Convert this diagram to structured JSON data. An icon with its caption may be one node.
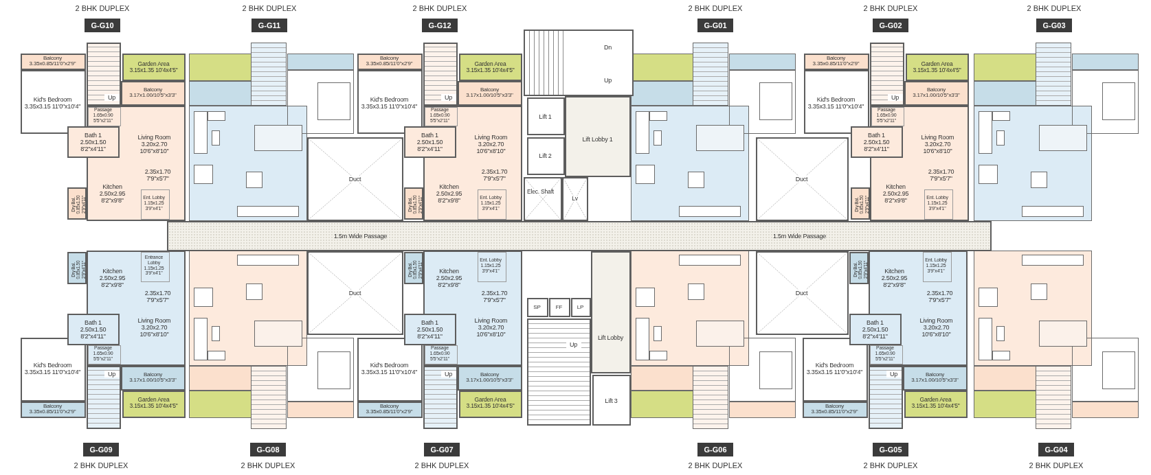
{
  "diagram": {
    "nodes": [
      {
        "text": [
          "G-G10"
        ],
        "beside": [
          "2 BHK DUPLEX"
        ]
      },
      {
        "text": [
          "G-G11"
        ],
        "beside": [
          "2 BHK DUPLEX"
        ]
      },
      {
        "text": [
          "G-G12"
        ],
        "beside": [
          "2 BHK DUPLEX"
        ]
      },
      {
        "text": [
          "G-G01"
        ],
        "beside": [
          "2 BHK DUPLEX"
        ]
      },
      {
        "text": [
          "G-G02"
        ],
        "beside": [
          "2 BHK DUPLEX"
        ]
      },
      {
        "text": [
          "G-G03"
        ],
        "beside": [
          "2 BHK DUPLEX"
        ]
      },
      {
        "text": [
          "Balcony 3.35x0.85/11'0\"x2'9\""
        ]
      },
      {
        "text": [
          "Garden Area 3.15x1.35 10'4x4'5\""
        ]
      },
      {
        "text": [
          "Kid's Bedroom 3.35x3.15 11'0\"x10'4\""
        ]
      },
      {
        "text": [
          "Up"
        ]
      },
      {
        "text": [
          "Balcony 3.17x1.00/10'5\"x3'3\""
        ]
      },
      {
        "text": [
          "Living Room 3.20x2.70 10'6\"x8'10\"",
          "2.35x1.70 7'9\"x5'7\"",
          "Kitchen 2.50x2.95 8'2\"x9'8\""
        ]
      },
      {
        "text": [
          "Passage 1.65x0.90 5'5\"x2'11\""
        ],
        "in": 11
      },
      {
        "text": [
          "Bath 1 2.50x1.50 8'2\"x4'11\""
        ]
      },
      {
        "text": [
          "Ent. Lobby 1.15x1.25 3'9\"x4'1\""
        ],
        "in": 11
      },
      {
        "text": [
          "Dry Bal. 0.85x1.50 2'9\"x4'11\""
        ]
      },
      {
        "text": [
          "Balcony 3.35x0.85/11'0\"x2'9\""
        ]
      },
      {
        "text": [
          "Garden Area 3.15x1.35 10'4x4'5\""
        ]
      },
      {
        "text": [
          "Kid's Bedroom 3.35x3.15 11'0\"x10'4\""
        ]
      },
      {
        "text": [
          "Up"
        ]
      },
      {
        "text": [
          "Balcony 3.17x1.00/10'5\"x3'3\""
        ]
      },
      {
        "text": [
          "Living Room 3.20x2.70 10'6\"x8'10\"",
          "2.35x1.70 7'9\"x5'7\"",
          "Kitchen 2.50x2.95 8'2\"x9'8\""
        ]
      },
      {
        "text": [
          "Passage 1.65x0.90 5'5\"x2'11\""
        ],
        "in": 21
      },
      {
        "text": [
          "Bath 1 2.50x1.50 8'2\"x4'11\""
        ]
      },
      {
        "text": [
          "Ent. Lobby 1.15x1.25 3'9\"x4'1\""
        ],
        "in": 21
      },
      {
        "text": [
          "Dry Bal. 0.85x1.50 2'9\"x4'11\""
        ]
      },
      {
        "text": [
          "Balcony 3.35x0.85/11'0\"x2'9\""
        ]
      },
      {
        "text": [
          "Garden Area 3.15x1.35 10'4x4'5\""
        ]
      },
      {
        "text": [
          "Kid's Bedroom 3.35x3.15 11'0\"x10'4\""
        ]
      },
      {
        "text": [
          "Up"
        ]
      },
      {
        "text": [
          "Balcony 3.17x1.00/10'5\"x3'3\""
        ]
      },
      {
        "text": [
          "Living Room 3.20x2.70 10'6\"x8'10\"",
          "2.35x1.70 7'9\"x5'7\"",
          "Kitchen 2.50x2.95 8'2\"x9'8\""
        ]
      },
      {
        "text": [
          "Passage 1.65x0.90 5'5\"x2'11\""
        ],
        "in": 31
      },
      {
        "text": [
          "Bath 1 2.50x1.50 8'2\"x4'11\""
        ]
      },
      {
        "text": [
          "Ent. Lobby 1.15x1.25 3'9\"x4'1\""
        ],
        "in": 31
      },
      {
        "text": [
          "Dry Bal. 0.85x1.50 2'9\"x4'11\""
        ]
      },
      {
        "text": [
          "Dn",
          "Up"
        ]
      },
      {
        "text": [
          "Lift 1"
        ]
      },
      {
        "text": [
          "Lift 2"
        ]
      },
      {
        "text": [
          "Lift Lobby 1"
        ]
      },
      {
        "text": [
          "Elec. Shaft"
        ]
      },
      {
        "text": [
          "Lv"
        ]
      },
      {
        "text": [
          "Duct"
        ]
      },
      {
        "text": [
          "Duct"
        ]
      },
      {
        "text": [
          "1.5m Wide Passage",
          "1.5m Wide Passage"
        ]
      },
      {
        "text": [
          "Duct"
        ]
      },
      {
        "text": [
          "Duct"
        ]
      },
      {
        "text": [
          "SP"
        ]
      },
      {
        "text": [
          "FF"
        ]
      },
      {
        "text": [
          "LP"
        ]
      },
      {
        "text": [
          "Lift Lobby"
        ]
      },
      {
        "text": [
          "Up"
        ]
      },
      {
        "text": [
          "Lift 3"
        ]
      },
      {
        "text": [
          "Balcony 3.35x0.85/11'0\"x2'9\""
        ]
      },
      {
        "text": [
          "Garden Area 3.15x1.35 10'4x4'5\""
        ]
      },
      {
        "text": [
          "Kid's Bedroom 3.35x3.15 11'0\"x10'4\""
        ]
      },
      {
        "text": [
          "Up"
        ]
      },
      {
        "text": [
          "Balcony 3.17x1.00/10'5\"x3'3\""
        ]
      },
      {
        "text": [
          "Kitchen 2.50x2.95 8'2\"x9'8\"",
          "2.35x1.70 7'9\"x5'7\"",
          "Living Room 3.20x2.70 10'6\"x8'10\""
        ]
      },
      {
        "text": [
          "Passage 1.65x0.90 5'5\"x2'11\""
        ],
        "in": 58
      },
      {
        "text": [
          "Bath 1 2.50x1.50 8'2\"x4'11\""
        ]
      },
      {
        "text": [
          "Entrance Lobby 1.15x1.25 3'9\"x4'1\""
        ],
        "in": 58
      },
      {
        "text": [
          "Dry Bal. 0.85x1.50 2'9\"x4'11\""
        ]
      },
      {
        "text": [
          "Balcony 3.35x0.85/11'0\"x2'9\""
        ]
      },
      {
        "text": [
          "Garden Area 3.15x1.35 10'4x4'5\""
        ]
      },
      {
        "text": [
          "Kid's Bedroom 3.35x3.15 11'0\"x10'4\""
        ]
      },
      {
        "text": [
          "Up"
        ]
      },
      {
        "text": [
          "Balcony 3.17x1.00/10'5\"x3'3\""
        ]
      },
      {
        "text": [
          "Kitchen 2.50x2.95 8'2\"x9'8\"",
          "2.35x1.70 7'9\"x5'7\"",
          "Living Room 3.20x2.70 10'6\"x8'10\""
        ]
      },
      {
        "text": [
          "Passage 1.65x0.90 5'5\"x2'11\""
        ],
        "in": 68
      },
      {
        "text": [
          "Bath 1 2.50x1.50 8'2\"x4'11\""
        ]
      },
      {
        "text": [
          "Ent. Lobby 1.15x1.25 3'9\"x4'1\""
        ],
        "in": 68
      },
      {
        "text": [
          "Dry Bal. 0.85x1.50 2'9\"x4'11\""
        ]
      },
      {
        "text": [
          "Balcony 3.35x0.85/11'0\"x2'9\""
        ]
      },
      {
        "text": [
          "Garden Area 3.15x1.35 10'4x4'5\""
        ]
      },
      {
        "text": [
          "Kid's Bedroom 3.35x3.15 11'0\"x10'4\""
        ]
      },
      {
        "text": [
          "Up"
        ]
      },
      {
        "text": [
          "Balcony 3.17x1.00/10'5\"x3'3\""
        ]
      },
      {
        "text": [
          "Kitchen 2.50x2.95 8'2\"x9'8\"",
          "2.35x1.70 7'9\"x5'7\"",
          "Living Room 3.20x2.70 10'6\"x8'10\""
        ]
      },
      {
        "text": [
          "Passage 1.65x0.90 5'5\"x2'11\""
        ],
        "in": 78
      },
      {
        "text": [
          "Bath 1 2.50x1.50 8'2\"x4'11\""
        ]
      },
      {
        "text": [
          "Ent. Lobby 1.15x1.25 3'9\"x4'1\""
        ],
        "in": 78
      },
      {
        "text": [
          "Dry Bal. 0.85x1.50 2'9\"x4'11\""
        ]
      },
      {
        "text": [
          "G-G09"
        ],
        "beside": [
          "2 BHK DUPLEX"
        ]
      },
      {
        "text": [
          "G-G08"
        ],
        "beside": [
          "2 BHK DUPLEX"
        ]
      },
      {
        "text": [
          "G-G07"
        ],
        "beside": [
          "2 BHK DUPLEX"
        ]
      },
      {
        "text": [
          "G-G06"
        ],
        "beside": [
          "2 BHK DUPLEX"
        ]
      },
      {
        "text": [
          "G-G05"
        ],
        "beside": [
          "2 BHK DUPLEX"
        ]
      },
      {
        "text": [
          "G-G04"
        ],
        "beside": [
          "2 BHK DUPLEX"
        ]
      }
    ]
  }
}
